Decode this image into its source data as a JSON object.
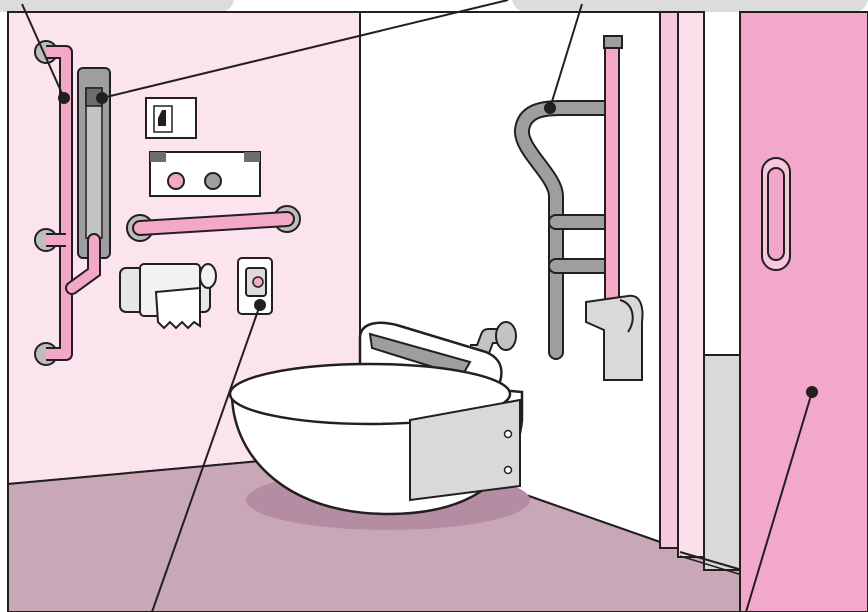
{
  "colors": {
    "wall_left": "#fbe4ee",
    "wall_back": "#ffffff",
    "floor": "#c8a8b7",
    "floor_shadow": "#b58da2",
    "rail_pink": "#f3a8c8",
    "rail_grey": "#9e9ea0",
    "door_pink": "#f1a8cb",
    "door_frame": "#f7c8dc",
    "outline": "#231f20",
    "marker": "#231f20",
    "callout_tab": "#dcdcdc"
  },
  "scene_items": [
    {
      "name": "vertical-grab-rail",
      "icon": "grab-bar-icon"
    },
    {
      "name": "folding-grab-rail",
      "icon": "grab-bar-icon"
    },
    {
      "name": "horizontal-grab-rail",
      "icon": "grab-bar-icon"
    },
    {
      "name": "wall-switch",
      "icon": "switch-icon"
    },
    {
      "name": "toilet-control-panel",
      "icon": "control-panel-icon"
    },
    {
      "name": "emergency-call-button",
      "icon": "call-button-icon"
    },
    {
      "name": "toilet-paper-holder",
      "icon": "paper-roll-icon"
    },
    {
      "name": "wall-hung-toilet",
      "icon": "toilet-icon"
    },
    {
      "name": "flush-valve",
      "icon": "valve-icon"
    },
    {
      "name": "sliding-door",
      "icon": "door-icon"
    }
  ],
  "callouts": [
    {
      "target": "vertical-grab-rail"
    },
    {
      "target": "folding-grab-rail"
    },
    {
      "target": "emergency-call-button"
    },
    {
      "target": "sliding-door"
    }
  ]
}
